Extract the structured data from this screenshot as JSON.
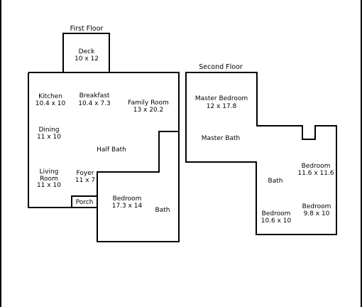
{
  "floors": [
    {
      "title": "First Floor",
      "rooms": [
        {
          "name": "Deck",
          "size": "10 x 12"
        },
        {
          "name": "Kitchen",
          "size": "10.4 x 10"
        },
        {
          "name": "Breakfast",
          "size": "10.4 x 7.3"
        },
        {
          "name": "Family Room",
          "size": "13 x 20.2"
        },
        {
          "name": "Dining",
          "size": "11 x 10"
        },
        {
          "name": "Half Bath",
          "size": ""
        },
        {
          "name": "Living",
          "name2": "Room",
          "size": "11 x 10"
        },
        {
          "name": "Foyer",
          "size": "11 x 7"
        },
        {
          "name": "Porch",
          "size": ""
        },
        {
          "name": "Bedroom",
          "size": "17.3 x 14"
        },
        {
          "name": "Bath",
          "size": ""
        }
      ]
    },
    {
      "title": "Second Floor",
      "rooms": [
        {
          "name": "Master Bedroom",
          "size": "12 x 17.8"
        },
        {
          "name": "Master Bath",
          "size": ""
        },
        {
          "name": "Bedroom",
          "size": "11.6 x 11.6"
        },
        {
          "name": "Bath",
          "size": ""
        },
        {
          "name": "Bedroom",
          "size": "10.6 x 10"
        },
        {
          "name": "Bedroom",
          "size": "9.8 x 10"
        }
      ]
    }
  ]
}
